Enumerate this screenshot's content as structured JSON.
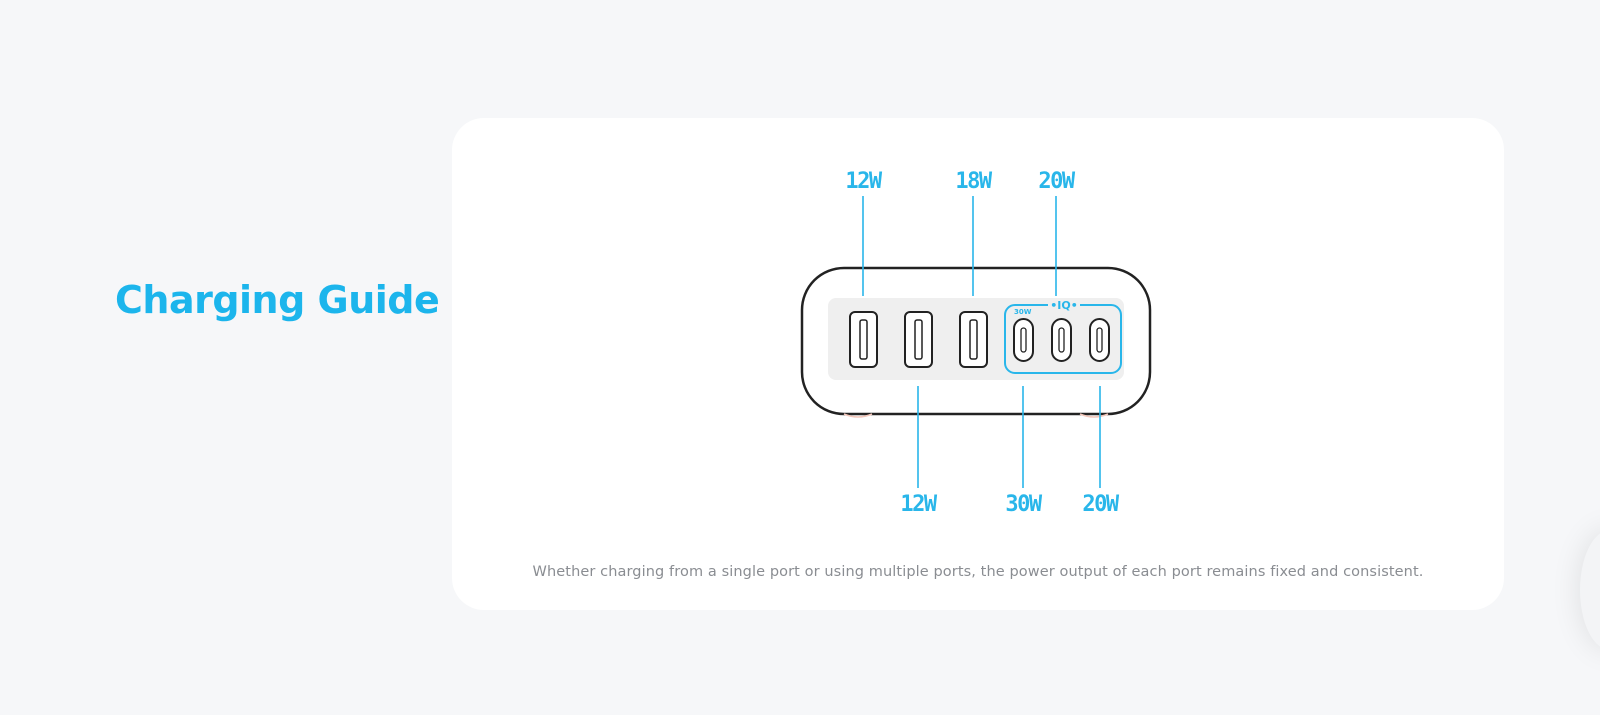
{
  "section": {
    "title": "Charging Guide"
  },
  "diagram": {
    "top_labels": [
      "12W",
      "18W",
      "20W"
    ],
    "bottom_labels": [
      "12W",
      "30W",
      "20W"
    ],
    "iq_label": "•IQ•",
    "first_c_port_label": "30W"
  },
  "caption": "Whether charging from a single port or using multiple ports, the power output of each port remains fixed and consistent.",
  "colors": {
    "accent": "#1cb5ec",
    "line": "#29b6ea",
    "caption": "#8a8d92"
  }
}
